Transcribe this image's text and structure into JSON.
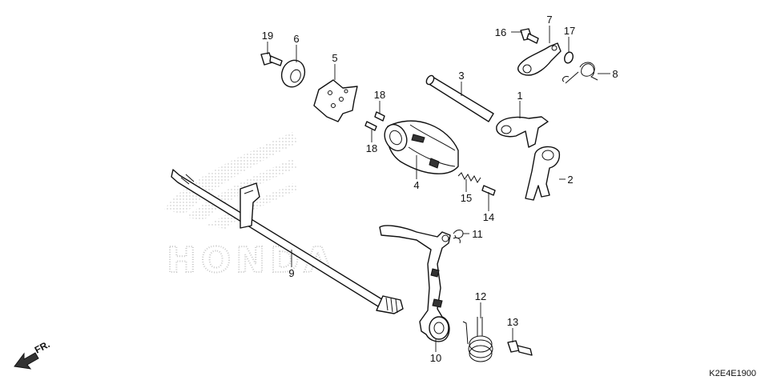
{
  "diagram": {
    "watermark": "HONDA",
    "direction_label": "FR.",
    "diagram_code": "K2E4E1900",
    "parts": [
      {
        "id": "1",
        "label": "1"
      },
      {
        "id": "2",
        "label": "2"
      },
      {
        "id": "3",
        "label": "3"
      },
      {
        "id": "4",
        "label": "4"
      },
      {
        "id": "5",
        "label": "5"
      },
      {
        "id": "6",
        "label": "6"
      },
      {
        "id": "7",
        "label": "7"
      },
      {
        "id": "8",
        "label": "8"
      },
      {
        "id": "9",
        "label": "9"
      },
      {
        "id": "10",
        "label": "10"
      },
      {
        "id": "11",
        "label": "11"
      },
      {
        "id": "12",
        "label": "12"
      },
      {
        "id": "13",
        "label": "13"
      },
      {
        "id": "14",
        "label": "14"
      },
      {
        "id": "15",
        "label": "15"
      },
      {
        "id": "16",
        "label": "16"
      },
      {
        "id": "17",
        "label": "17"
      },
      {
        "id": "18a",
        "label": "18"
      },
      {
        "id": "18b",
        "label": "18"
      },
      {
        "id": "19",
        "label": "19"
      }
    ]
  }
}
